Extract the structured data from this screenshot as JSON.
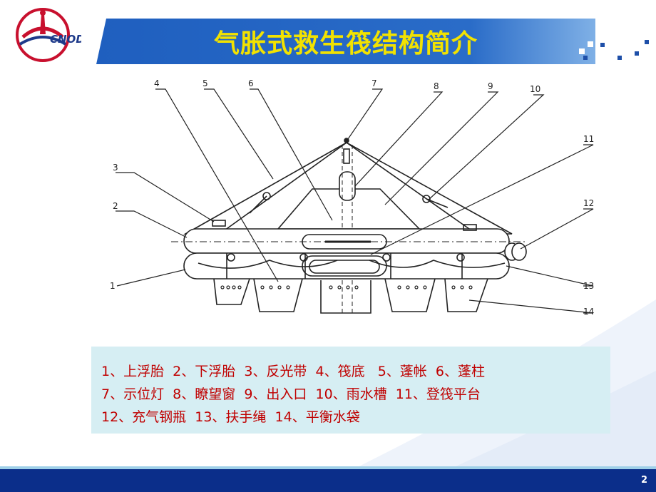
{
  "slide": {
    "title": "气胀式救生筏结构简介",
    "page_number": "2"
  },
  "logo": {
    "text": "CNODC",
    "colors": {
      "red": "#c8102e",
      "blue": "#1e3a8a"
    }
  },
  "colors": {
    "title_bar": "#1f5fbf",
    "title_text": "#f2e200",
    "legend_bg": "#d6eef3",
    "legend_text": "#c00000",
    "footer": "#0b2e8a"
  },
  "diagram": {
    "callouts": [
      "1",
      "2",
      "3",
      "4",
      "5",
      "6",
      "7",
      "8",
      "9",
      "10",
      "11",
      "12",
      "13",
      "14"
    ]
  },
  "legend": {
    "lines": [
      "1、上浮胎  2、下浮胎  3、反光带  4、筏底   5、蓬帐  6、蓬柱",
      "7、示位灯  8、瞭望窗  9、出入口  10、雨水槽  11、登筏平台",
      "12、充气钢瓶  13、扶手绳  14、平衡水袋"
    ]
  }
}
